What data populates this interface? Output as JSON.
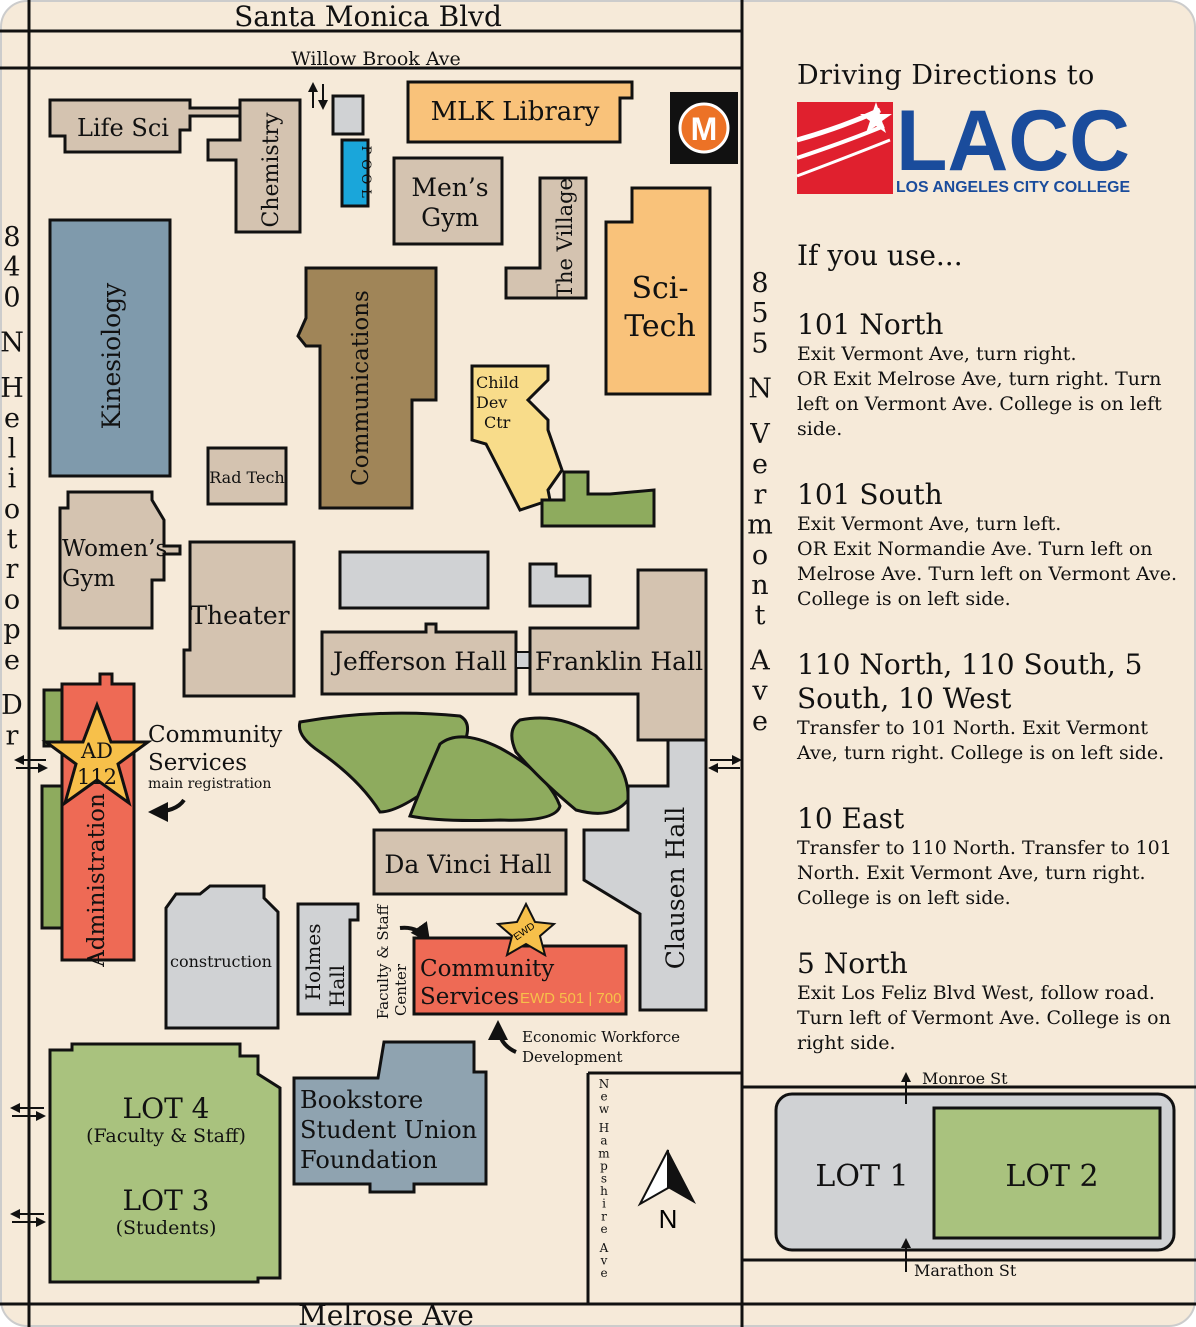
{
  "streets": {
    "north": "Santa Monica Blvd",
    "willow": "Willow Brook Ave",
    "south": "Melrose Ave",
    "west": "840 N Heliotrope Dr",
    "east": "855 N Vermont Ave",
    "new_hampshire": "New Hampshire Ave",
    "monroe": "Monroe St",
    "marathon": "Marathon St"
  },
  "buildings": {
    "life_sci": "Life Sci",
    "chemistry": "Chemistry",
    "pool": "POOL",
    "mlk_library": "MLK Library",
    "metro": "M",
    "mens_gym_1": "Men’s",
    "mens_gym_2": "Gym",
    "the_village": "The Village",
    "sci_tech_1": "Sci-",
    "sci_tech_2": "Tech",
    "kinesiology": "Kinesiology",
    "communications": "Communications",
    "child_dev_1": "Child",
    "child_dev_2": "Dev",
    "child_dev_3": "Ctr",
    "rad_tech": "Rad Tech",
    "womens_gym_1": "Women’s",
    "womens_gym_2": "Gym",
    "theater": "Theater",
    "jefferson_hall": "Jefferson Hall",
    "franklin_hall": "Franklin Hall",
    "administration": "Administration",
    "ad_star_1": "AD",
    "ad_star_2": "112",
    "da_vinci_hall": "Da Vinci Hall",
    "clausen_hall": "Clausen Hall",
    "construction": "construction",
    "holmes_hall_1": "Holmes",
    "holmes_hall_2": "Hall",
    "faculty_staff_1": "Faculty & Staff",
    "faculty_staff_2": "Center",
    "ewd_star": "EWD",
    "community_services_building_1": "Community",
    "community_services_building_2": "Services",
    "community_services_building_ewd": "EWD 501 | 700",
    "bookstore_1": "Bookstore",
    "bookstore_2": "Student Union",
    "bookstore_3": "Foundation"
  },
  "callouts": {
    "community_services_1": "Community",
    "community_services_2": "Services",
    "main_registration": "main registration",
    "economic_workforce_1": "Economic Workforce",
    "economic_workforce_2": "Development"
  },
  "lots": {
    "lot4": "LOT 4",
    "lot4_sub": "(Faculty & Staff)",
    "lot3": "LOT 3",
    "lot3_sub": "(Students)",
    "lot1": "LOT 1",
    "lot2": "LOT 2"
  },
  "compass": "N",
  "panel": {
    "title": "Driving Directions to",
    "logo_text": "LACC",
    "logo_subtitle": "LOS ANGELES CITY COLLEGE",
    "intro": "If you use...",
    "directions": [
      {
        "head": "101 North",
        "lines": [
          "Exit Vermont Ave, turn right.",
          "OR Exit Melrose Ave, turn right. Turn left on Vermont Ave. College is on left side."
        ]
      },
      {
        "head": "101 South",
        "lines": [
          "Exit Vermont Ave, turn left.",
          "OR Exit Normandie Ave. Turn left on Melrose Ave. Turn left on Vermont Ave. College is on left side."
        ]
      },
      {
        "head": "110 North, 110 South, 5 South, 10 West",
        "lines": [
          "Transfer to 101 North. Exit Vermont Ave, turn right. College is on left side."
        ]
      },
      {
        "head": "10 East",
        "lines": [
          "Transfer to 110 North. Transfer to 101 North. Exit Vermont Ave, turn right. College is on left side."
        ]
      },
      {
        "head": "5 North",
        "lines": [
          "Exit Los Feliz Blvd West, follow road. Turn left of Vermont Ave. College is on right side."
        ]
      }
    ]
  },
  "colors": {
    "background": "#f6ead9",
    "building_tan": "#d4c3b0",
    "building_grey": "#d0d2d4",
    "library_orange": "#f9c27a",
    "kinesiology_blue": "#7f9aac",
    "communications_brown": "#a08558",
    "child_dev_yellow": "#f8dc8a",
    "green": "#8eab5e",
    "lot_green": "#a9c27e",
    "admin_red": "#ee6a55",
    "pool_blue": "#1aa6da",
    "bookstore_blue": "#8fa3b0",
    "star_gold": "#f7c04a",
    "lacc_red": "#e0202e",
    "lacc_blue": "#1a4c9c"
  }
}
